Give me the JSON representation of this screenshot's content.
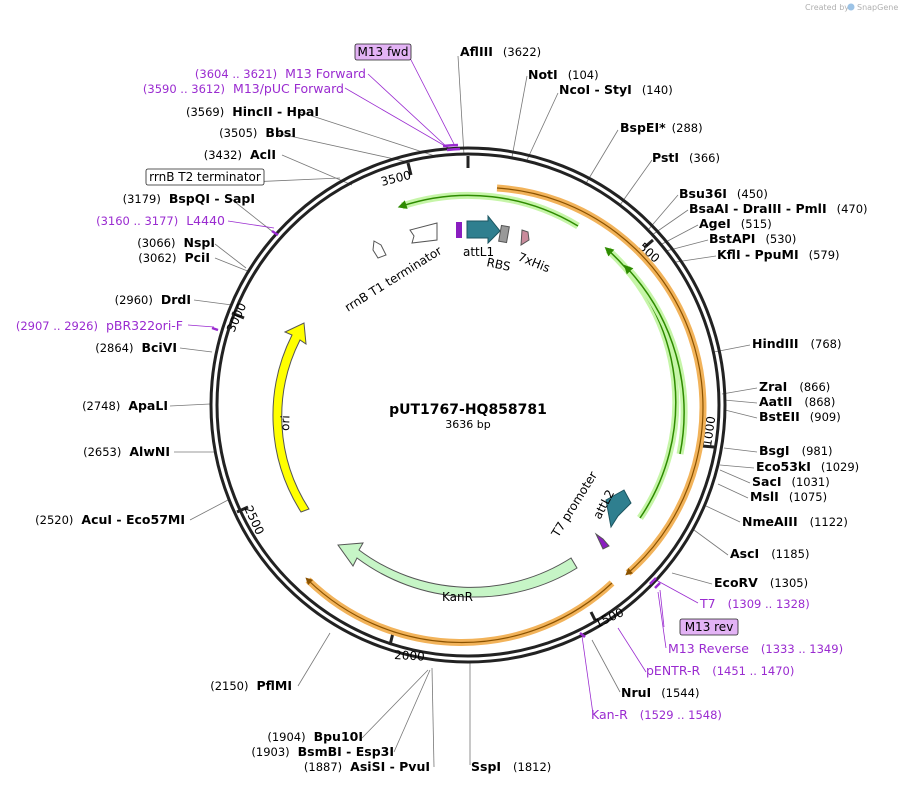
{
  "credit": {
    "prefix": "Created by",
    "brand": "SnapGene"
  },
  "plasmid": {
    "name": "pUT1767-HQ858781",
    "length_label": "3636 bp"
  },
  "ruler": [
    "500",
    "1000",
    "1500",
    "2000",
    "2500",
    "3000",
    "3500"
  ],
  "features": {
    "attL1": "attL1",
    "rbs": "RBS",
    "his": "7xHis",
    "attL2": "attL2",
    "t7prom": "T7 promoter",
    "rrnbT1": "rrnB T1 terminator",
    "rrnbT2": "rrnB T2 terminator",
    "kanr": "KanR",
    "ori": "ori"
  },
  "boxed_primers": {
    "m13fwd": "M13 fwd",
    "m13rev": "M13 rev"
  },
  "sites": [
    {
      "name": "AflIII",
      "pos": "(3622)"
    },
    {
      "name": "NotI",
      "pos": "(104)"
    },
    {
      "name": "NcoI",
      "name2": "StyI",
      "pos": "(140)"
    },
    {
      "name": "BspEI",
      "mark": "*",
      "pos": "(288)"
    },
    {
      "name": "PstI",
      "pos": "(366)"
    },
    {
      "name": "Bsu36I",
      "pos": "(450)"
    },
    {
      "name": "BsaAI",
      "name2": "DraIII",
      "name3": "PmlI",
      "pos": "(470)"
    },
    {
      "name": "AgeI",
      "pos": "(515)"
    },
    {
      "name": "BstAPI",
      "pos": "(530)"
    },
    {
      "name": "KflI",
      "name2": "PpuMI",
      "pos": "(579)"
    },
    {
      "name": "HindIII",
      "pos": "(768)"
    },
    {
      "name": "ZraI",
      "pos": "(866)"
    },
    {
      "name": "AatII",
      "pos": "(868)"
    },
    {
      "name": "BstEII",
      "pos": "(909)"
    },
    {
      "name": "BsgI",
      "pos": "(981)"
    },
    {
      "name": "Eco53kI",
      "pos": "(1029)"
    },
    {
      "name": "SacI",
      "pos": "(1031)"
    },
    {
      "name": "MslI",
      "pos": "(1075)"
    },
    {
      "name": "NmeAIII",
      "pos": "(1122)"
    },
    {
      "name": "AscI",
      "pos": "(1185)"
    },
    {
      "name": "EcoRV",
      "pos": "(1305)"
    },
    {
      "name": "NruI",
      "pos": "(1544)"
    },
    {
      "name": "SspI",
      "pos": "(1812)"
    },
    {
      "name": "AsiSI",
      "name2": "PvuI",
      "pos": "(1887)"
    },
    {
      "name": "BsmBI",
      "name2": "Esp3I",
      "pos": "(1903)"
    },
    {
      "name": "Bpu10I",
      "pos": "(1904)"
    },
    {
      "name": "PflMI",
      "pos": "(2150)"
    },
    {
      "name": "AcuI",
      "name2": "Eco57MI",
      "pos": "(2520)"
    },
    {
      "name": "AlwNI",
      "pos": "(2653)"
    },
    {
      "name": "ApaLI",
      "pos": "(2748)"
    },
    {
      "name": "BciVI",
      "pos": "(2864)"
    },
    {
      "name": "DrdI",
      "pos": "(2960)"
    },
    {
      "name": "PciI",
      "pos": "(3062)"
    },
    {
      "name": "NspI",
      "pos": "(3066)"
    },
    {
      "name": "BspQI",
      "name2": "SapI",
      "pos": "(3179)"
    },
    {
      "name": "AclI",
      "pos": "(3432)"
    },
    {
      "name": "BbsI",
      "pos": "(3505)"
    },
    {
      "name": "HincII",
      "name2": "HpaI",
      "pos": "(3569)"
    }
  ],
  "primers": [
    {
      "name": "M13 Forward",
      "range": "(3604 .. 3621)"
    },
    {
      "name": "M13/pUC Forward",
      "range": "(3590 .. 3612)"
    },
    {
      "name": "L4440",
      "range": "(3160 .. 3177)"
    },
    {
      "name": "pBR322ori-F",
      "range": "(2907 .. 2926)"
    },
    {
      "name": "T7",
      "range": "(1309 .. 1328)"
    },
    {
      "name": "M13 Reverse",
      "range": "(1333 .. 1349)"
    },
    {
      "name": "pENTR-R",
      "range": "(1451 .. 1470)"
    },
    {
      "name": "Kan-R",
      "range": "(1529 .. 1548)"
    }
  ],
  "colors": {
    "backbone": "#222222",
    "ori": "#ffff00",
    "kanr": "#c6f5c6",
    "green_arrow": "#2e8b00",
    "orange_arrow": "#f2b35a",
    "attl": "#2f7f8f",
    "purple": "#9a2bd0",
    "rbs": "#999999",
    "his": "#c98b9c"
  }
}
